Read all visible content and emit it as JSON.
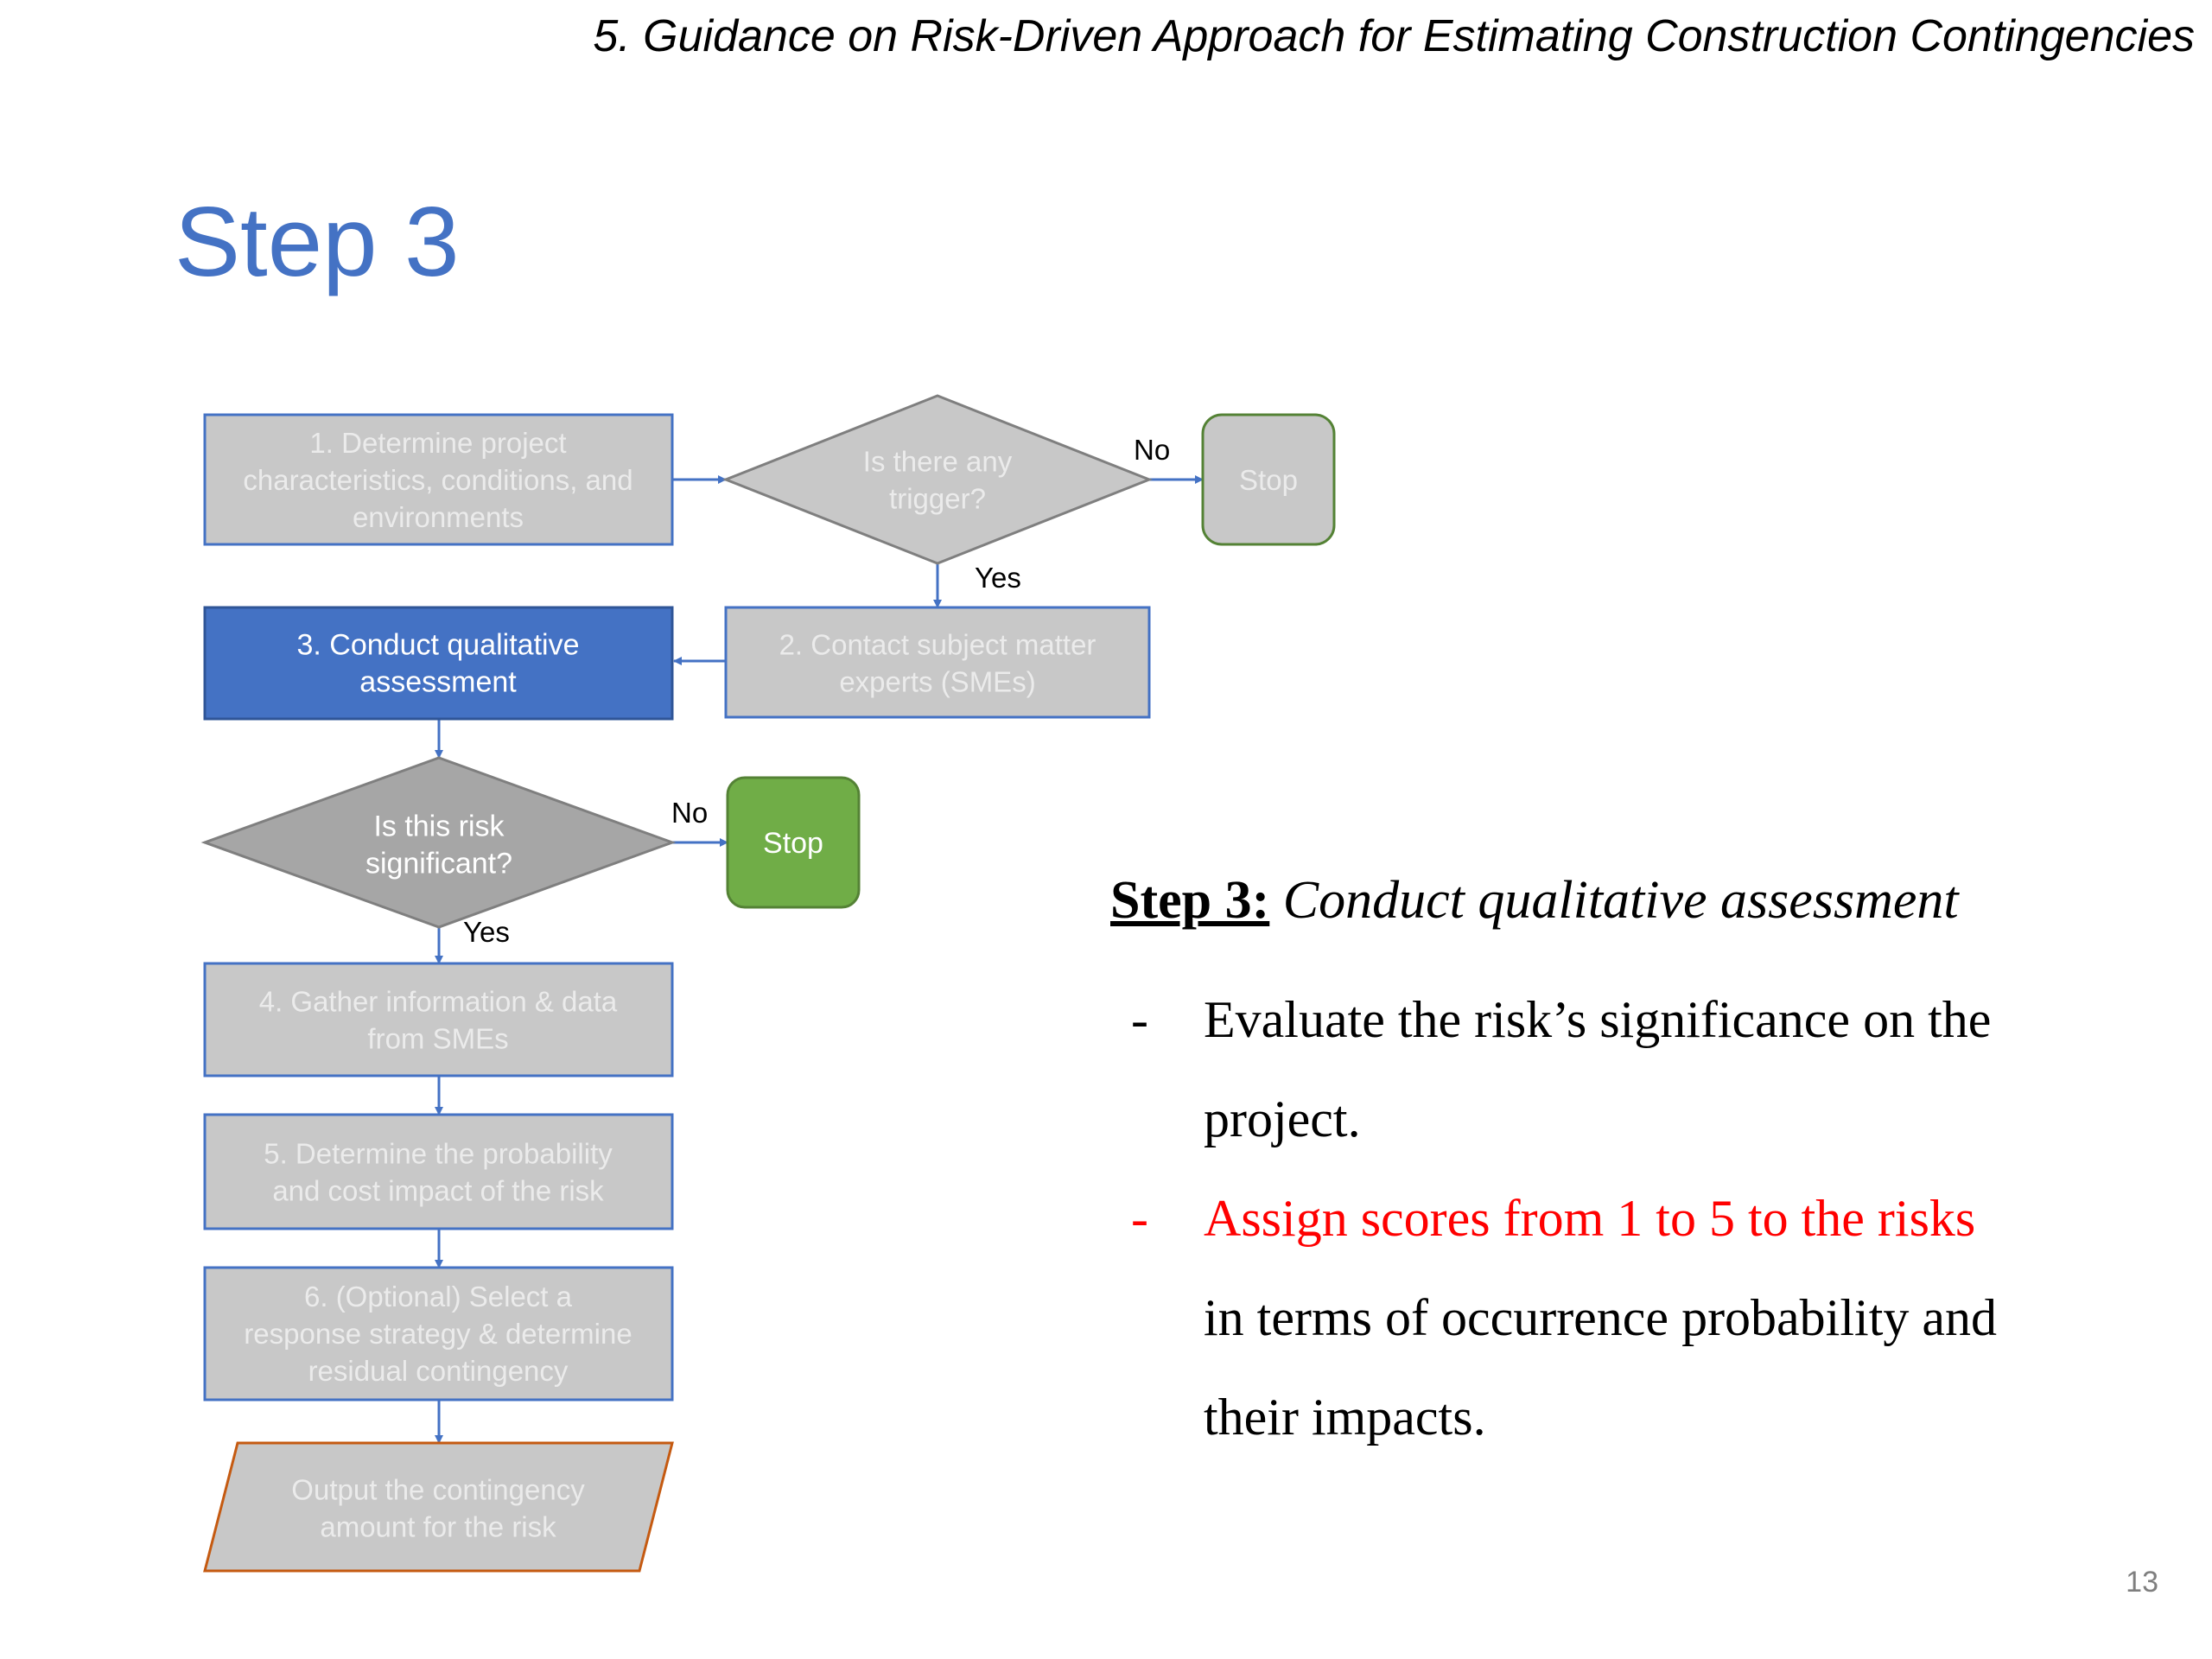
{
  "header": {
    "title": "5. Guidance on Risk-Driven Approach for Estimating Construction Contingencies"
  },
  "slide": {
    "title": "Step 3"
  },
  "flowchart": {
    "nodes": {
      "step1": [
        "1. Determine project",
        "characteristics, conditions, and",
        "environments"
      ],
      "trigger": [
        "Is there any",
        "trigger?"
      ],
      "stop_top": [
        "Stop"
      ],
      "step2": [
        "2. Contact subject matter",
        "experts (SMEs)"
      ],
      "step3": [
        "3. Conduct qualitative",
        "assessment"
      ],
      "significant": [
        "Is this risk",
        "significant?"
      ],
      "stop_mid": [
        "Stop"
      ],
      "step4": [
        "4. Gather information & data",
        "from SMEs"
      ],
      "step5": [
        "5. Determine the probability",
        "and cost impact of the risk"
      ],
      "step6": [
        "6. (Optional) Select a",
        "response strategy & determine",
        "residual contingency"
      ],
      "output": [
        "Output the contingency",
        "amount for the risk"
      ]
    },
    "edge_labels": {
      "trigger_no": "No",
      "trigger_yes": "Yes",
      "significant_no": "No",
      "significant_yes": "Yes"
    },
    "colors": {
      "faded_fill": "#c8c8c8",
      "box_border": "#4472c4",
      "active_fill": "#4472c4",
      "decision_fill": "#a6a6a6",
      "stop_fill": "#70ad47",
      "stop_border": "#548235",
      "output_border": "#c55a11",
      "arrow": "#4472c4"
    }
  },
  "description": {
    "step_label": "Step 3:",
    "step_name": "Conduct qualitative assessment",
    "bullets": [
      {
        "dash": "-",
        "lines": [
          "Evaluate the risk’s significance on the",
          "project."
        ],
        "color": "#000000"
      },
      {
        "dash": "-",
        "lines": [
          "Assign scores from 1 to 5 to the risks"
        ],
        "color": "#ff0000"
      },
      {
        "dash": "",
        "lines": [
          "in terms of occurrence probability and",
          "their impacts."
        ],
        "color": "#000000"
      }
    ]
  },
  "page_number": "13"
}
